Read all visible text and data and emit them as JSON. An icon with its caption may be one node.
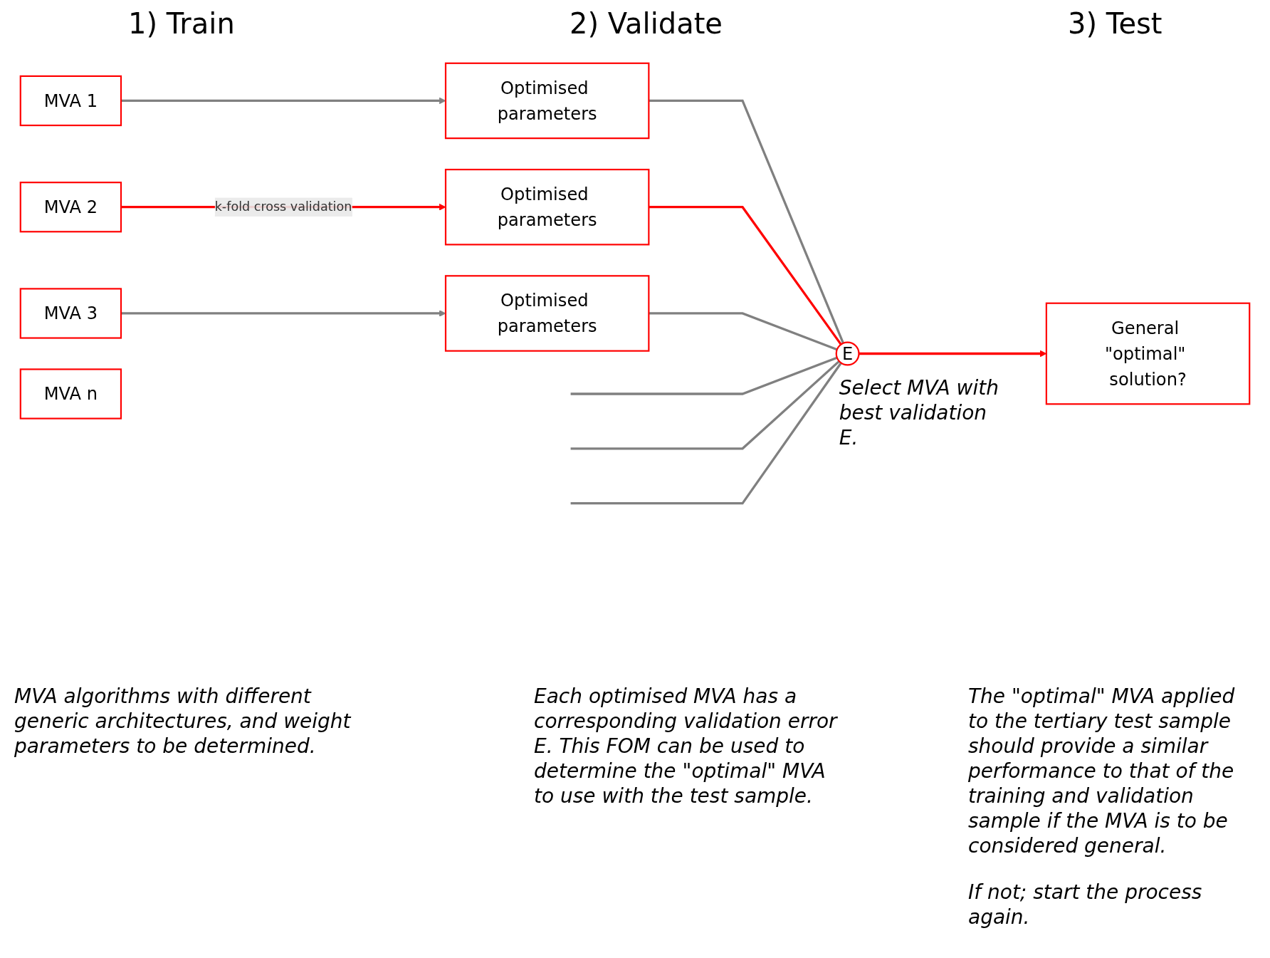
{
  "diagram": {
    "nodes": [
      {
        "text": [
          "MVA 1"
        ]
      },
      {
        "text": [
          "MVA 2"
        ]
      },
      {
        "text": [
          "MVA 3"
        ]
      },
      {
        "text": [
          "MVA n"
        ]
      },
      {
        "text": [
          "Optimised parameters"
        ]
      },
      {
        "text": [
          "Optimised parameters"
        ]
      },
      {
        "text": [
          "Optimised parameters"
        ]
      },
      {
        "text": [
          "E"
        ],
        "beside": [
          "Select MVA with best validation E."
        ]
      },
      {
        "text": [
          "General \"optimal\" solution?"
        ]
      }
    ],
    "edges": [
      {
        "from": 0,
        "to": 4,
        "arrow": "to"
      },
      {
        "from": 1,
        "to": 5,
        "arrow": "to",
        "label": "k-fold cross validation",
        "color": "#ff0000"
      },
      {
        "from": 2,
        "to": 6,
        "arrow": "to"
      },
      {
        "from": 4,
        "to": 7,
        "arrow": "none"
      },
      {
        "from": 5,
        "to": 7,
        "arrow": "none",
        "color": "#ff0000"
      },
      {
        "from": 6,
        "to": 7,
        "arrow": "none"
      },
      {
        "from": null,
        "to": 7,
        "arrow": "none"
      },
      {
        "from": null,
        "to": 7,
        "arrow": "none"
      },
      {
        "from": null,
        "to": 7,
        "arrow": "none"
      },
      {
        "from": 7,
        "to": 8,
        "arrow": "to",
        "color": "#ff0000"
      }
    ],
    "labels": [
      "1)  Train",
      "2) Validate",
      "3) Test",
      "MVA algorithms with different generic architectures, and weight parameters to be determined.",
      "Each optimised MVA has a corresponding validation error E.  This FOM can be used to determine the \"optimal\" MVA to use with the test sample.",
      "The \"optimal\" MVA applied to the tertiary test sample should provide a similar performance to that of the training and validation sample if the MVA is to be considered general.",
      "If not; start the process again."
    ]
  }
}
